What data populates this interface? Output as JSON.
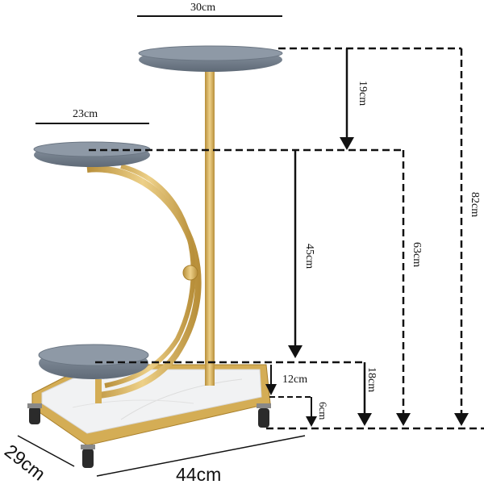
{
  "dimensions": {
    "top_tray_width": "30cm",
    "middle_tray_width": "23cm",
    "top_to_middle": "19cm",
    "middle_to_bottom": "45cm",
    "middle_to_base": "63cm",
    "total_height": "82cm",
    "bottom_tray_to_base": "18cm",
    "bottom_tray_to_top_frame": "12cm",
    "frame_height": "6cm",
    "base_length": "44cm",
    "base_depth": "29cm"
  },
  "colors": {
    "gold": "#d4ad55",
    "gold_dark": "#a9802c",
    "tray": "#737f8d",
    "tray_top": "#8e99a6",
    "marble": "#f1f2f3"
  }
}
